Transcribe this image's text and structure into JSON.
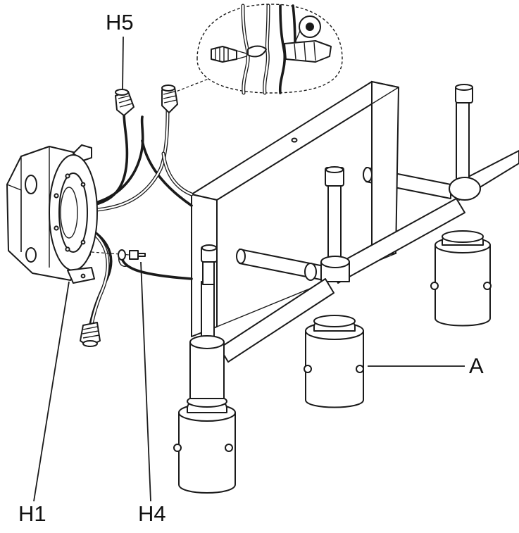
{
  "labels": {
    "h5": "H5",
    "h1": "H1",
    "h4": "H4",
    "a": "A"
  },
  "colors": {
    "ink": "#1a1a1a",
    "paper": "#ffffff",
    "shade": "#e6e6e6"
  }
}
